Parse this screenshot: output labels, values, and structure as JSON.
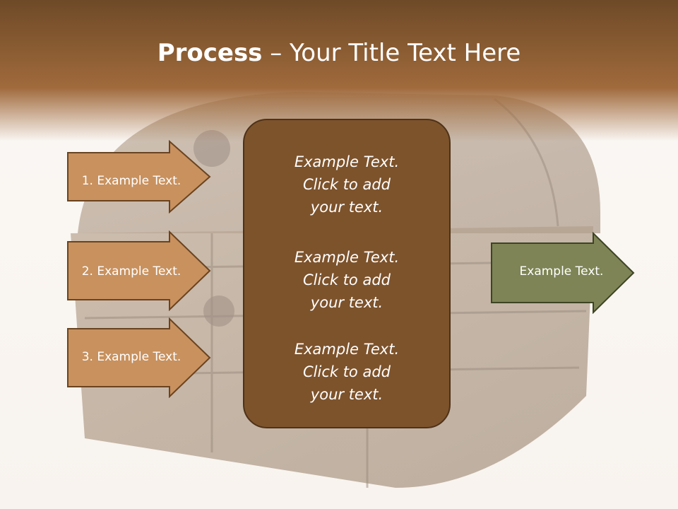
{
  "title": {
    "bold": "Process",
    "rest": " – Your Title Text Here"
  },
  "left_steps": [
    {
      "label": "1. Example Text."
    },
    {
      "label": "2. Example Text."
    },
    {
      "label": "3. Example Text."
    }
  ],
  "center_blocks": [
    {
      "line1": "Example Text.",
      "line2": "Click  to add",
      "line3": "your text."
    },
    {
      "line1": "Example Text.",
      "line2": "Click  to add",
      "line3": "your text."
    },
    {
      "line1": "Example Text.",
      "line2": "Click  to add",
      "line3": "your text."
    }
  ],
  "right_arrow": {
    "label": "Example Text."
  },
  "colors": {
    "header": "#8a5c32",
    "left_arrow_fill": "#c8915e",
    "left_arrow_stroke": "#6a4320",
    "center_fill": "#7d532c",
    "right_arrow_fill": "#7e8455",
    "right_arrow_stroke": "#3e4424"
  }
}
